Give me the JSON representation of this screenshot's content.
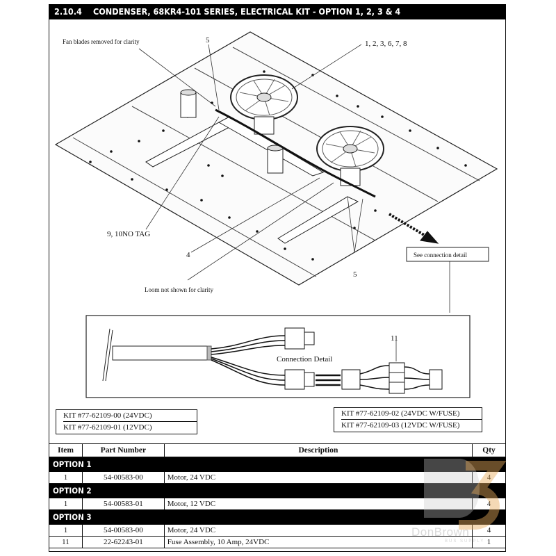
{
  "header": {
    "section": "2.10.4",
    "title": "CONDENSER, 68KR4-101 SERIES, ELECTRICAL KIT - OPTION 1, 2, 3 & 4"
  },
  "diagram": {
    "callouts": {
      "fan_blades": "Fan blades removed for clarity",
      "item5_top": "5",
      "items_top": "1, 2, 3,  6,  7,  8",
      "items_left": "9,  10NO TAG",
      "item4": "4",
      "item5_bottom": "5",
      "loom": "Loom not shown for clarity",
      "see_connection": "See connection detail"
    },
    "detail": {
      "title": "Connection Detail",
      "item11": "11"
    }
  },
  "kits_left": [
    "KIT #77-62109-00 (24VDC)",
    "KIT #77-62109-01 (12VDC)"
  ],
  "kits_right": [
    "KIT #77-62109-02 (24VDC W/FUSE)",
    "KIT #77-62109-03 (12VDC W/FUSE)"
  ],
  "table": {
    "headers": {
      "item": "Item",
      "part": "Part Number",
      "desc": "Description",
      "qty": "Qty"
    },
    "options": [
      {
        "label": "OPTION 1",
        "rows": [
          {
            "item": "1",
            "part": "54-00583-00",
            "desc": "Motor, 24 VDC",
            "qty": "4"
          }
        ]
      },
      {
        "label": "OPTION 2",
        "rows": [
          {
            "item": "1",
            "part": "54-00583-01",
            "desc": "Motor, 12 VDC",
            "qty": "4"
          }
        ]
      },
      {
        "label": "OPTION 3",
        "rows": [
          {
            "item": "1",
            "part": "54-00583-00",
            "desc": "Motor, 24 VDC",
            "qty": "4"
          },
          {
            "item": "11",
            "part": "22-62243-01",
            "desc": "Fuse Assembly, 10 Amp, 24VDC",
            "qty": "1"
          }
        ]
      }
    ]
  },
  "watermark": {
    "text": "DonBrown",
    "sub": "BUS SUPPLY"
  },
  "colors": {
    "header_bg": "#000000",
    "line": "#111111",
    "watermark": "#b9b9b9"
  }
}
